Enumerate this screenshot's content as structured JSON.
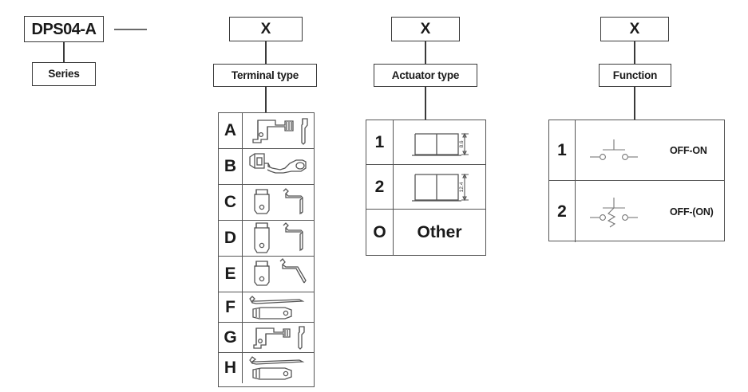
{
  "series": {
    "code": "DPS04-A",
    "label": "Series",
    "dash": "—"
  },
  "groups": [
    {
      "id": "terminal-type",
      "code": "X",
      "label": "Terminal type",
      "options": [
        {
          "key": "A",
          "icon": "terminal-a-right-angle-tab-with-pin"
        },
        {
          "key": "B",
          "icon": "terminal-b-flat-bent-lug"
        },
        {
          "key": "C",
          "icon": "terminal-c-cylinder-with-bent-lead"
        },
        {
          "key": "D",
          "icon": "terminal-d-long-cylinder-with-bent-lead"
        },
        {
          "key": "E",
          "icon": "terminal-e-cylinder-with-angled-lead"
        },
        {
          "key": "F",
          "icon": "terminal-f-straight-lead-and-flat-blade"
        },
        {
          "key": "G",
          "icon": "terminal-g-right-angle-body-with-pin"
        },
        {
          "key": "H",
          "icon": "terminal-h-bent-lead-and-flat-blade"
        }
      ]
    },
    {
      "id": "actuator-type",
      "code": "X",
      "label": "Actuator type",
      "options": [
        {
          "key": "1",
          "icon": "actuator-plunger-short",
          "dimension": "8.6"
        },
        {
          "key": "2",
          "icon": "actuator-plunger-tall",
          "dimension": "12.4"
        },
        {
          "key": "O",
          "text": "Other"
        }
      ]
    },
    {
      "id": "function",
      "code": "X",
      "label": "Function",
      "options": [
        {
          "key": "1",
          "icon": "switch-symbol-maintained",
          "text": "OFF-ON"
        },
        {
          "key": "2",
          "icon": "switch-symbol-momentary-spring",
          "text": "OFF-(ON)"
        }
      ]
    }
  ]
}
